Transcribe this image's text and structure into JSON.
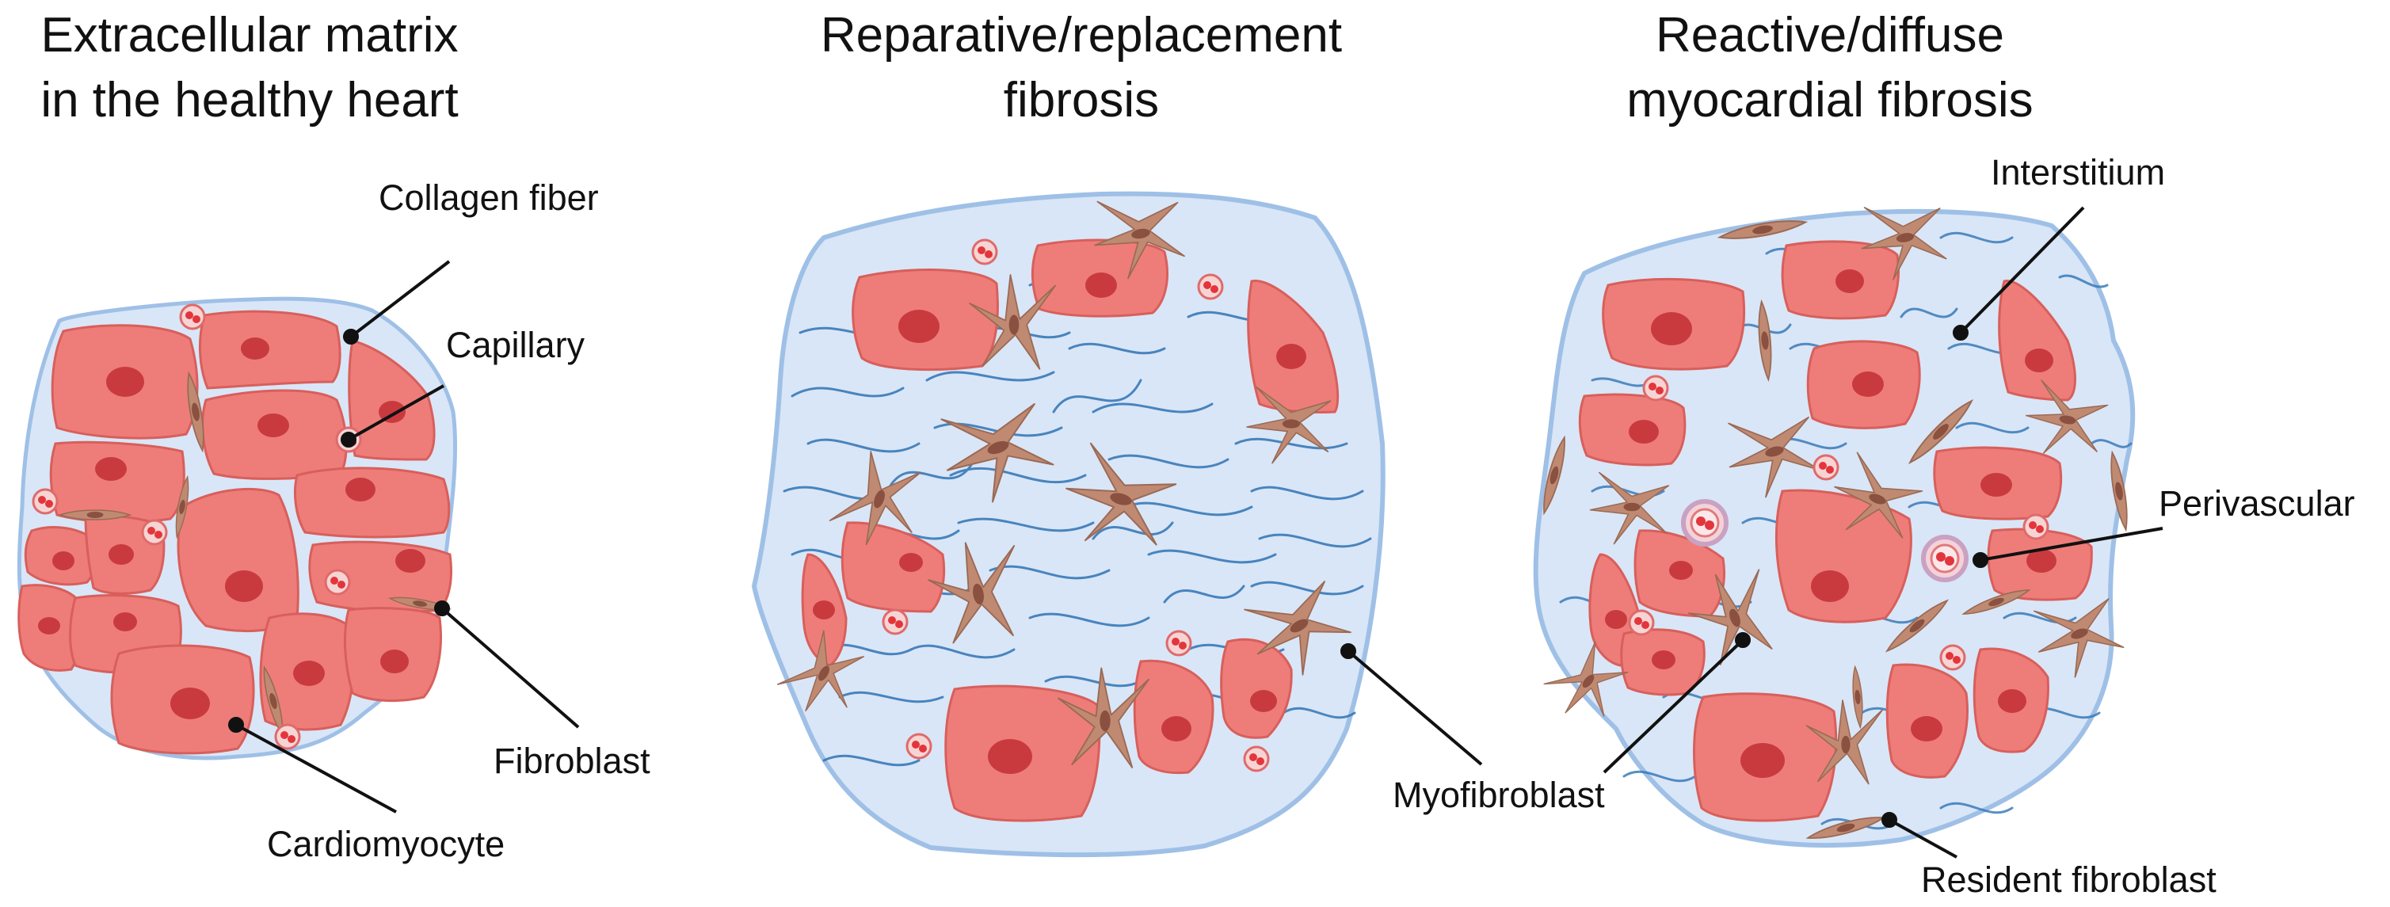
{
  "panels": [
    {
      "title_line1": "Extracellular matrix",
      "title_line2": "in the healthy heart"
    },
    {
      "title_line1": "Reparative/replacement",
      "title_line2": "fibrosis"
    },
    {
      "title_line1": "Reactive/diffuse",
      "title_line2": "myocardial fibrosis"
    }
  ],
  "labels": {
    "collagen_fiber": "Collagen fiber",
    "capillary": "Capillary",
    "fibroblast": "Fibroblast",
    "cardiomyocyte": "Cardiomyocyte",
    "myofibroblast": "Myofibroblast",
    "interstitium": "Interstitium",
    "perivascular": "Perivascular",
    "resident_fibroblast": "Resident fibroblast"
  },
  "colors": {
    "tissue_fill": "#d9e6f7",
    "tissue_border": "#9fc0e6",
    "collagen": "#2f74b5",
    "cardiomyocyte": "#ee7d79",
    "cardiomyocyte_border": "#d85f5b",
    "nucleus": "#c93a3f",
    "fibroblast": "#c08a72",
    "fibroblast_nucleus": "#8a5040",
    "capillary": "#e2363c",
    "leader_line": "#111111"
  }
}
